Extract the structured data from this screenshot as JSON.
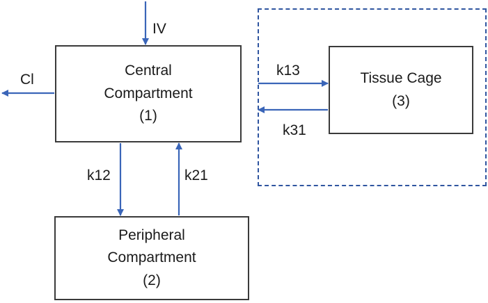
{
  "nodes": {
    "central": {
      "line1": "Central",
      "line2": "Compartment",
      "line3": "(1)"
    },
    "peripheral": {
      "line1": "Peripheral",
      "line2": "Compartment",
      "line3": "(2)"
    },
    "tissue": {
      "line1": "Tissue Cage",
      "line2": "(3)"
    }
  },
  "edges": {
    "iv": "IV",
    "cl": "Cl",
    "k12": "k12",
    "k21": "k21",
    "k13": "k13",
    "k31": "k31"
  },
  "colors": {
    "arrow": "#3a65b8",
    "box_border": "#3a3a3a",
    "dashed_border": "#2f55a0"
  }
}
